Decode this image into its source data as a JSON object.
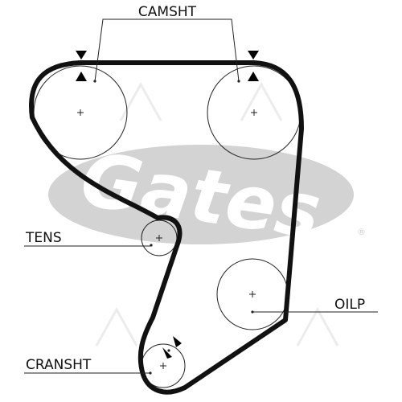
{
  "labels": {
    "camshaft": "CAMSHT",
    "tensioner": "TENS",
    "oil_pump": "OILP",
    "crankshaft": "CRANSHT"
  },
  "watermark": {
    "brand": "Gates",
    "registered": "®"
  },
  "colors": {
    "belt": "#111111",
    "pulley": "#222222",
    "watermark": "#d3d3d3",
    "watermark_faint": "#ececec",
    "background": "#ffffff"
  }
}
